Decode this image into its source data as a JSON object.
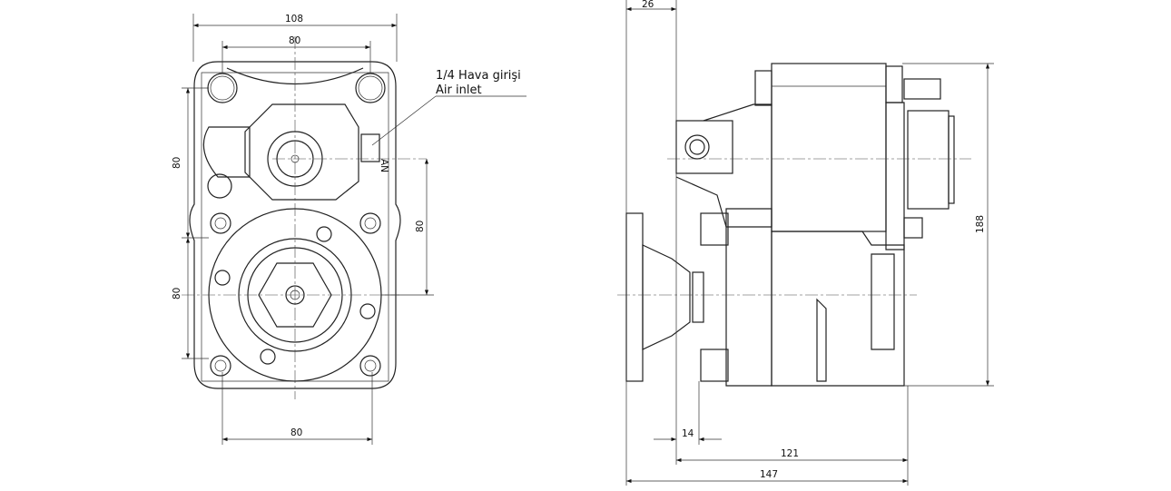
{
  "front_view": {
    "dims": {
      "width_total": "108",
      "top_bolt_spacing": "80",
      "left_upper": "80",
      "left_lower": "80",
      "right_vertical": "80",
      "bottom_bolt_spacing": "80"
    },
    "callout": {
      "line1": "1/4 Hava girişi",
      "line2": "Air inlet"
    },
    "marking": "AN"
  },
  "side_view": {
    "dims": {
      "flange_thickness": "26",
      "height_total": "188",
      "offset": "14",
      "body_length": "121",
      "total_length": "147"
    }
  }
}
